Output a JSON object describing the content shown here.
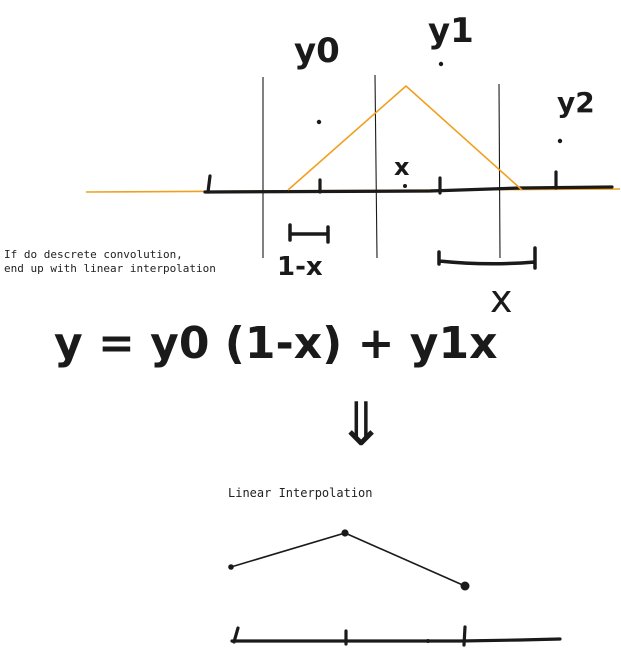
{
  "labels": {
    "y0": "y0",
    "y1": "y1",
    "y2": "y2",
    "x_center": "x",
    "one_minus_x": "1-x",
    "x_right": "x"
  },
  "notes": {
    "line1": "If do descrete convolution,",
    "line2": "end up with linear interpolation"
  },
  "formula": {
    "text": "y = y0 (1-x) + y1x"
  },
  "arrow": "⇓",
  "bottom_title": "Linear Interpolation",
  "colors": {
    "ink": "#1a1a1a",
    "kernel": "#f0a020"
  }
}
